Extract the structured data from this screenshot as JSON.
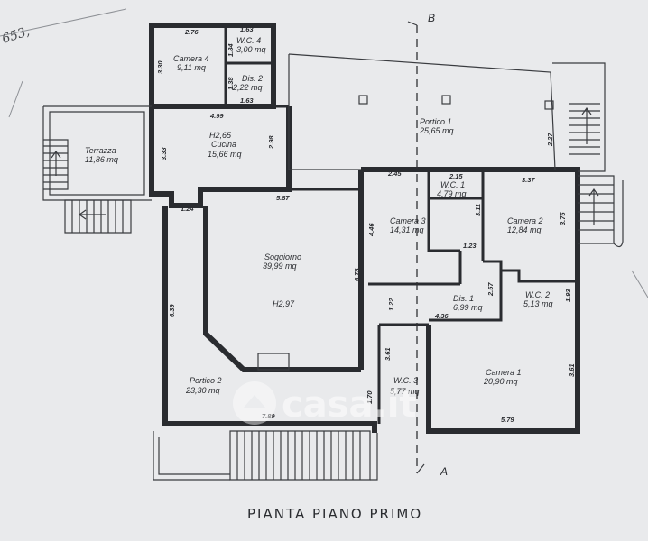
{
  "title": "PIANTA PIANO PRIMO",
  "section_mark_top": "B",
  "section_mark_bottom": "A",
  "handwritten_note": "653,",
  "watermark": "casa.it",
  "rooms": [
    {
      "id": "camera4",
      "name": "Camera 4",
      "area": "9,11 mq"
    },
    {
      "id": "wc4",
      "name": "W.C. 4",
      "area": "3,00 mq"
    },
    {
      "id": "dis2",
      "name": "Dis. 2",
      "area": "2,22 mq"
    },
    {
      "id": "cucina",
      "name": "Cucina",
      "height": "H2,65",
      "area": "15,66 mq"
    },
    {
      "id": "terrazza",
      "name": "Terrazza",
      "area": "11,86 mq"
    },
    {
      "id": "portico1",
      "name": "Portico 1",
      "area": "25,65 mq"
    },
    {
      "id": "soggiorno",
      "name": "Soggiorno",
      "area": "39,99 mq",
      "height": "H2,97"
    },
    {
      "id": "camera3",
      "name": "Camera 3",
      "area": "14,31 mq"
    },
    {
      "id": "wc1",
      "name": "W.C. 1",
      "area": "4,79 mq"
    },
    {
      "id": "camera2",
      "name": "Camera 2",
      "area": "12,84 mq"
    },
    {
      "id": "dis1",
      "name": "Dis. 1",
      "area": "6,99 mq"
    },
    {
      "id": "wc2",
      "name": "W.C. 2",
      "area": "5,13 mq"
    },
    {
      "id": "camera1",
      "name": "Camera 1",
      "area": "20,90 mq"
    },
    {
      "id": "wc3",
      "name": "W.C. 3",
      "area": "5,77 mq"
    },
    {
      "id": "portico2",
      "name": "Portico 2",
      "area": "23,30 mq"
    }
  ],
  "dimensions": {
    "d276": "2.76",
    "d163a": "1.63",
    "d184": "1.84",
    "d330": "3.30",
    "d138": "1.38",
    "d163b": "1.63",
    "d499": "4.99",
    "d333": "3.33",
    "d298": "2.98",
    "d124": "1.24",
    "d587": "5.87",
    "d227": "2.27",
    "d245": "2.45",
    "d215": "2.15",
    "d337": "3.37",
    "d446": "4.46",
    "d311": "3.11",
    "d375": "3.75",
    "d123": "1.23",
    "d678": "6.78",
    "d257": "2.57",
    "d122": "1.22",
    "d436": "4.36",
    "d193": "1.93",
    "d639": "6.39",
    "d361a": "3.61",
    "d361b": "3.61",
    "d170": "1.70",
    "d789": "7.89",
    "d579": "5.79"
  }
}
